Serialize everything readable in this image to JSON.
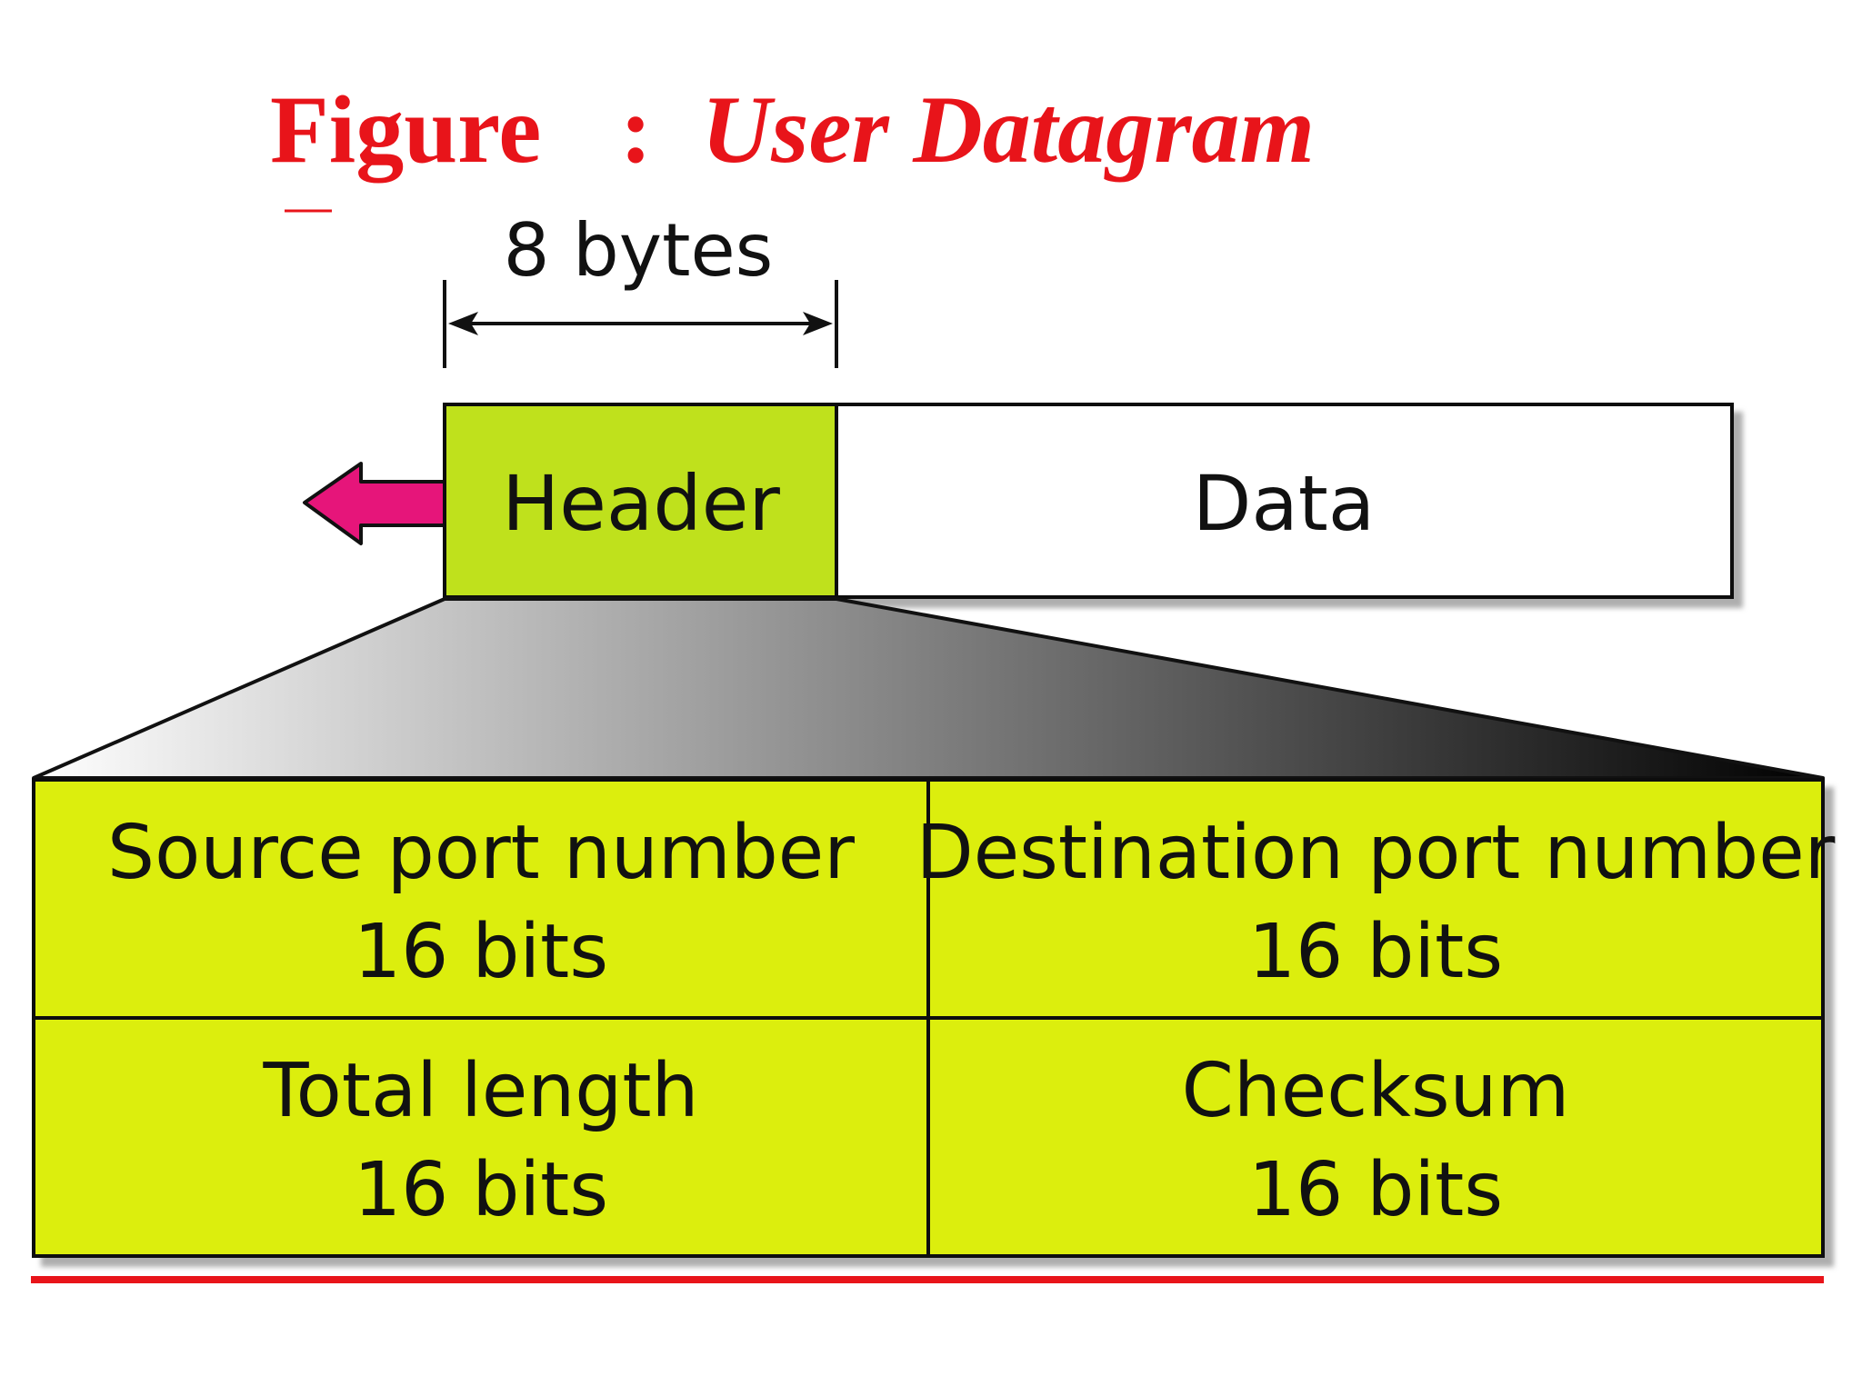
{
  "title": {
    "prefix": "Figure",
    "separator": ":",
    "name": "User Datagram",
    "color": "#e8141a"
  },
  "size_label": "8 bytes",
  "packet": {
    "header_label": "Header",
    "data_label": "Data",
    "header_color": "#bfe11a",
    "data_color": "#ffffff"
  },
  "fields": [
    {
      "name": "Source port number",
      "size": "16 bits"
    },
    {
      "name": "Destination port number",
      "size": "16 bits"
    },
    {
      "name": "Total length",
      "size": "16 bits"
    },
    {
      "name": "Checksum",
      "size": "16 bits"
    }
  ],
  "colors": {
    "field_fill": "#dcee0a",
    "arrow": "#e6157a",
    "rule": "#e8141a"
  }
}
